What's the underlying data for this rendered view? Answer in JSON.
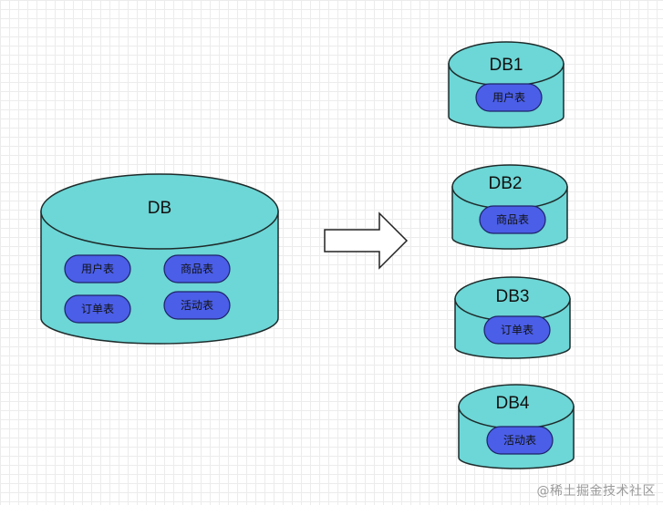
{
  "colors": {
    "cylinder_fill": "#6dd6d6",
    "cylinder_stroke": "#1e2b2b",
    "table_fill": "#4a5ee8",
    "table_stroke": "#1e2266",
    "arrow_fill": "#ffffff",
    "arrow_stroke": "#222222"
  },
  "source_db": {
    "title": "DB",
    "tables": [
      "用户表",
      "商品表",
      "订单表",
      "活动表"
    ]
  },
  "target_dbs": [
    {
      "title": "DB1",
      "table": "用户表"
    },
    {
      "title": "DB2",
      "table": "商品表"
    },
    {
      "title": "DB3",
      "table": "订单表"
    },
    {
      "title": "DB4",
      "table": "活动表"
    }
  ],
  "watermark": "@稀土掘金技术社区"
}
